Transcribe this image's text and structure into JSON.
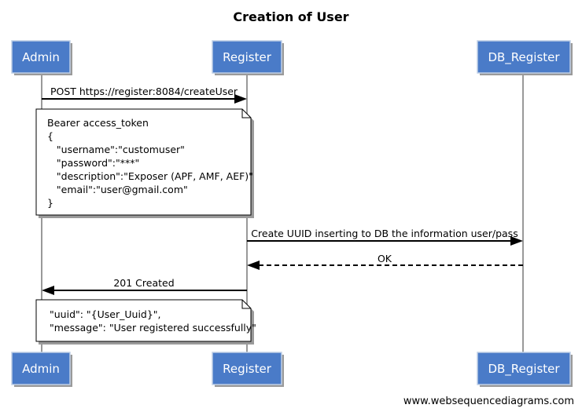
{
  "title": "Creation of User",
  "actors": [
    {
      "id": "admin",
      "label": "Admin"
    },
    {
      "id": "register",
      "label": "Register"
    },
    {
      "id": "db_register",
      "label": "DB_Register"
    }
  ],
  "messages": [
    {
      "from": "admin",
      "to": "register",
      "label": "POST https://register:8084/createUser",
      "style": "solid"
    },
    {
      "from": "register",
      "to": "db_register",
      "label": "Create UUID inserting to DB the information user/pass",
      "style": "solid"
    },
    {
      "from": "db_register",
      "to": "register",
      "label": "OK",
      "style": "dashed"
    },
    {
      "from": "register",
      "to": "admin",
      "label": "201 Created",
      "style": "solid"
    }
  ],
  "notes": [
    {
      "lines": [
        "Bearer access_token",
        "{",
        "   \"username\":\"customuser\"",
        "   \"password\":\"***\"",
        "   \"description\":\"Exposer (APF, AMF, AEF)\"",
        "   \"email\":\"user@gmail.com\"",
        "}"
      ]
    },
    {
      "lines": [
        "\"uuid\": \"{User_Uuid}\",",
        "\"message\": \"User registered successfully\""
      ]
    }
  ],
  "watermark": "www.websequencediagrams.com",
  "colors": {
    "actor_fill": "#4a7bc8",
    "actor_text": "#ffffff",
    "lifeline": "#999999"
  }
}
